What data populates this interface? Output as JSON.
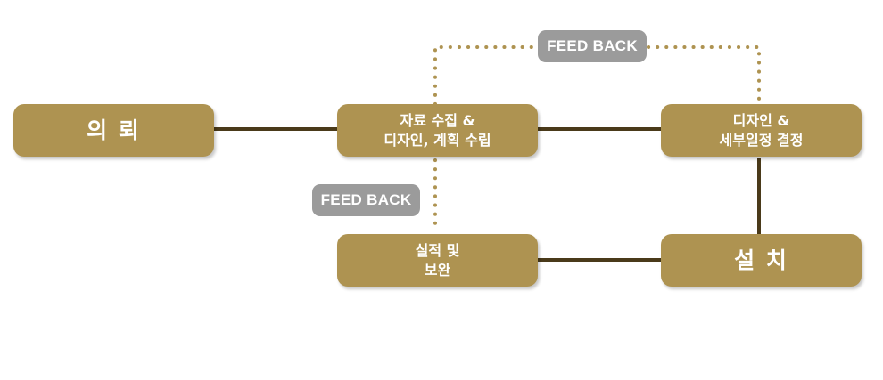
{
  "nodes": {
    "request": {
      "label": "의 뢰"
    },
    "collect_plan": {
      "label": "자료 수집 &\n디자인, 계획 수립"
    },
    "design_schedule": {
      "label": "디자인 &\n세부일정 결정"
    },
    "review": {
      "label": "실적 및\n보완"
    },
    "install": {
      "label": "설 치"
    }
  },
  "feedback_labels": {
    "top": "FEED BACK",
    "left": "FEED BACK"
  },
  "colors": {
    "box_fill": "#ae9351",
    "connector": "#4a3a1a",
    "dotted_feedback": "#ae9351",
    "feedback_badge": "#9b9b9b",
    "text": "#ffffff"
  }
}
